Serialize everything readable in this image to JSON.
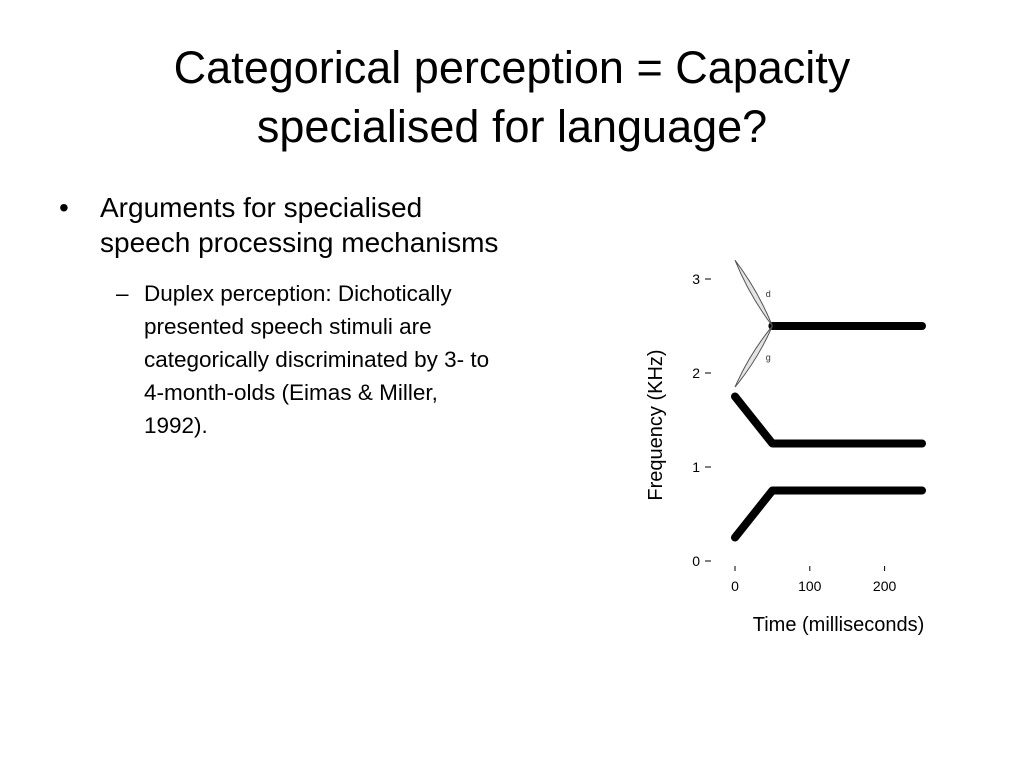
{
  "slide": {
    "title_lines": [
      "Categorical perception = Capacity",
      "specialised for language?"
    ],
    "bullet": {
      "marker": "•",
      "lines": [
        "Arguments for specialised",
        "speech processing mechanisms"
      ]
    },
    "subbullet": {
      "marker": "–",
      "lines": [
        "Duplex perception: Dichotically",
        "presented speech stimuli are",
        "categorically discriminated by 3- to",
        "4-month-olds (Eimas & Miller,",
        "1992)."
      ]
    }
  },
  "chart_data": {
    "type": "line",
    "xlabel": "Time (milliseconds)",
    "ylabel": "Frequency (KHz)",
    "xlim": [
      0,
      250
    ],
    "ylim": [
      0,
      3
    ],
    "xticks": [
      "0",
      "100",
      "200"
    ],
    "yticks": [
      "0",
      "1",
      "2",
      "3"
    ],
    "grid": false,
    "series": [
      {
        "name": "",
        "style": "solid-black",
        "x": [
          0,
          50,
          250
        ],
        "y": [
          0.25,
          0.75,
          0.75
        ]
      },
      {
        "name": "",
        "style": "solid-black",
        "x": [
          0,
          50,
          250
        ],
        "y": [
          1.75,
          1.25,
          1.25
        ]
      },
      {
        "name": "",
        "style": "solid-black",
        "x": [
          50,
          250
        ],
        "y": [
          2.5,
          2.5
        ]
      },
      {
        "name": "d",
        "style": "outline-light",
        "x": [
          0,
          50
        ],
        "y": [
          3.2,
          2.5
        ]
      },
      {
        "name": "g",
        "style": "outline-light",
        "x": [
          0,
          50
        ],
        "y": [
          1.85,
          2.5
        ]
      }
    ],
    "colors": {
      "solid": "#000000",
      "outline": "#555555",
      "outline_fill": "#e4e4e4"
    }
  }
}
